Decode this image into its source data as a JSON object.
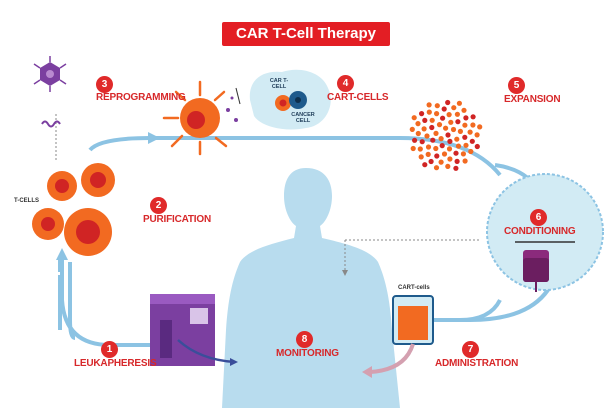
{
  "title": "CAR T-Cell Therapy",
  "steps": [
    {
      "number": "1",
      "label": "LEUKAPHERESIS"
    },
    {
      "number": "2",
      "label": "PURIFICATION"
    },
    {
      "number": "3",
      "label": "REPROGRAMMING"
    },
    {
      "number": "4",
      "label": "CART-CELLS"
    },
    {
      "number": "5",
      "label": "EXPANSION"
    },
    {
      "number": "6",
      "label": "CONDITIONING"
    },
    {
      "number": "7",
      "label": "ADMINISTRATION"
    },
    {
      "number": "8",
      "label": "MONITORING"
    }
  ],
  "labels": {
    "t_cells": "T-CELLS",
    "car_t_cell": "CAR T-CELL",
    "cancer_cell": "CANCER CELL",
    "cart_cells_bag": "CART-cells"
  },
  "colors": {
    "accent_red": "#e31e24",
    "cycle_arrow": "#8cc3e3",
    "body_blue": "#b8dcee",
    "cell_orange": "#f26a21",
    "machine_purple": "#7b3fa0"
  }
}
